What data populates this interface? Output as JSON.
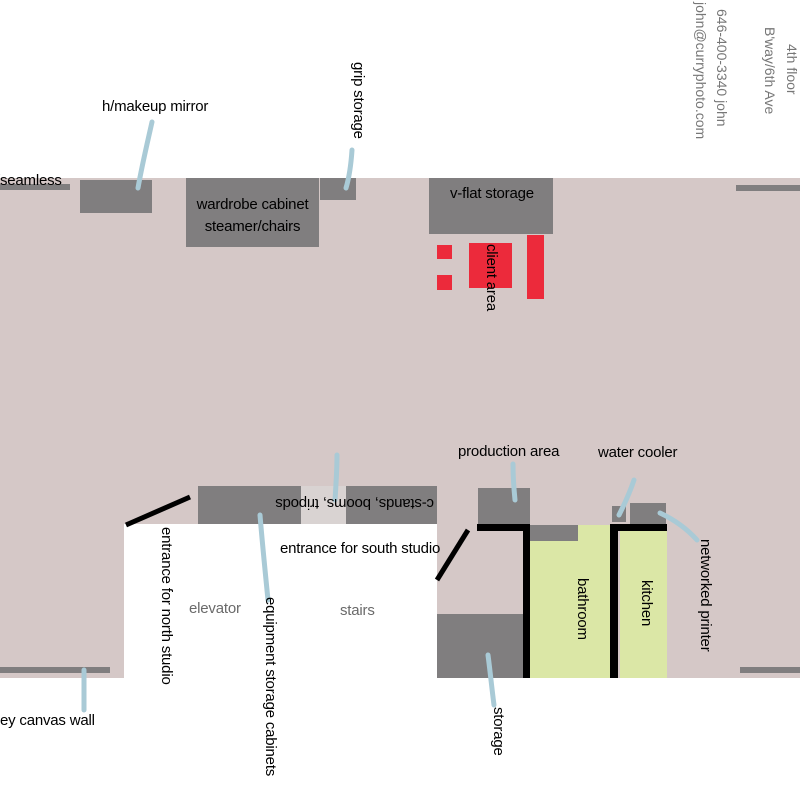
{
  "address": {
    "floor": "4th floor",
    "street": "B'way/6th Ave",
    "phone": "646-400-3340 john",
    "email": "john@curryphoto.com"
  },
  "labels": {
    "seamless": "/seamless",
    "makeup_mirror": "h/makeup mirror",
    "grip_storage": "grip storage",
    "wardrobe": "wardrobe cabinet steamer/chairs",
    "vflat": "v-flat storage",
    "client_area": "client area",
    "production_area": "production area",
    "water_cooler": "water cooler",
    "c_stands": "c-stands, booms, tripods",
    "entrance_north": "entrance for north studio",
    "entrance_south": "entrance for south studio",
    "elevator": "elevator",
    "stairs": "stairs",
    "equipment_storage": "equipment storage cabinets",
    "bathroom": "bathroom",
    "kitchen": "kitchen",
    "networked_printer": "networked printer",
    "storage": "storage",
    "canvas_wall": "ey canvas wall"
  },
  "colors": {
    "floor": "#d5c8c7",
    "storage_gray": "#807e7f",
    "client_red": "#ec2a3b",
    "bathroom_kitchen": "#dbe7a6",
    "pointer_blue": "#a9cad6"
  }
}
